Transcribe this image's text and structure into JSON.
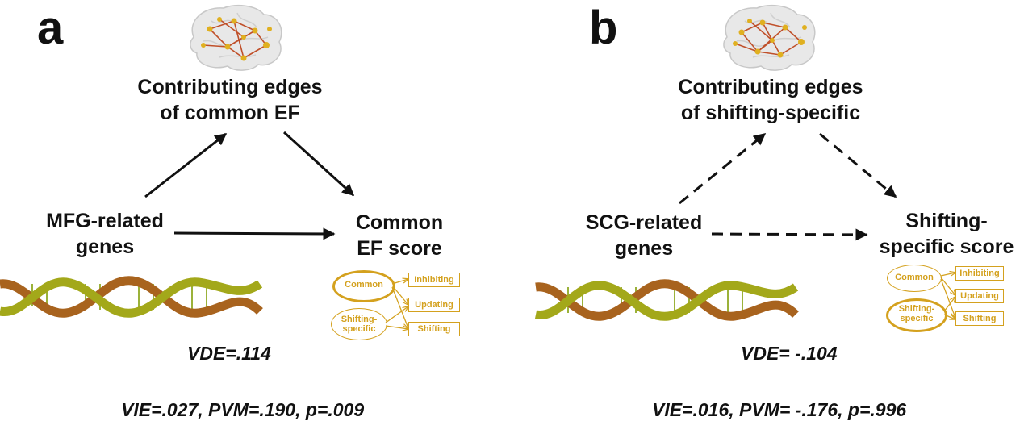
{
  "panels": [
    {
      "letter": "a",
      "mediator": [
        "Contributing edges",
        "of common EF"
      ],
      "predictor": [
        "MFG-related",
        "genes"
      ],
      "outcome": [
        "Common",
        "EF score"
      ],
      "vde": "VDE=.114",
      "stats": "VIE=.027, PVM=.190, p=.009",
      "path_style": "solid",
      "legend": {
        "latent": [
          "Common",
          "Shifting-specific"
        ],
        "highlighted_latent": "Common",
        "observed": [
          "Inhibiting",
          "Updating",
          "Shifting"
        ]
      }
    },
    {
      "letter": "b",
      "mediator": [
        "Contributing edges",
        "of shifting-specific"
      ],
      "predictor": [
        "SCG-related",
        "genes"
      ],
      "outcome": [
        "Shifting-",
        "specific score"
      ],
      "vde": "VDE= -.104",
      "stats": "VIE=.016, PVM= -.176, p=.996",
      "path_style": "dashed",
      "legend": {
        "latent": [
          "Common",
          "Shifting-specific"
        ],
        "highlighted_latent": "Shifting-specific",
        "observed": [
          "Inhibiting",
          "Updating",
          "Shifting"
        ]
      }
    }
  ],
  "colors": {
    "text": "#111111",
    "legend": "#d4a11e",
    "dna_olive": "#a3a81a",
    "dna_brown": "#a8631e",
    "brain_nodes": "#e0b020",
    "brain_edges": "#c0502a"
  },
  "icons": [
    "brain-network-icon",
    "dna-helix-icon"
  ]
}
